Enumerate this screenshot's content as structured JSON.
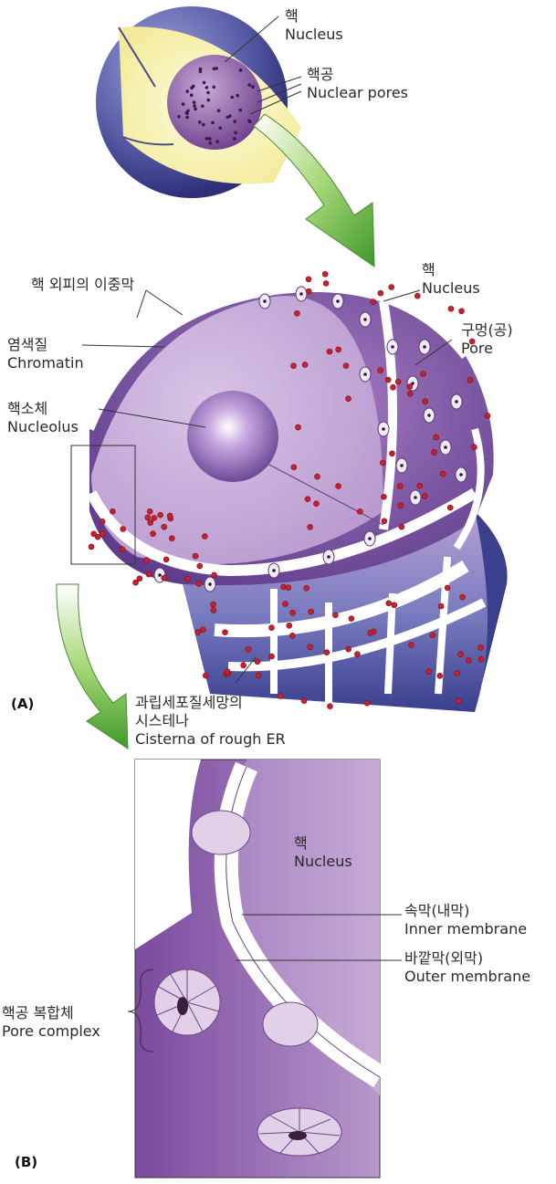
{
  "panel_a": {
    "label": "(A)",
    "top_nucleus": {
      "ko": "핵",
      "en": "Nucleus"
    },
    "top_pores": {
      "ko": "핵공",
      "en": "Nuclear pores"
    },
    "double_membrane": {
      "ko": "핵 외피의 이중막"
    },
    "chromatin": {
      "ko": "염색질",
      "en": "Chromatin"
    },
    "nucleolus": {
      "ko": "핵소체",
      "en": "Nucleolus"
    },
    "nucleus": {
      "ko": "핵",
      "en": "Nucleus"
    },
    "pore": {
      "ko": "구멍(공)",
      "en": "Pore"
    },
    "cisterna": {
      "ko1": "과립세포질세망의",
      "ko2": "시스테나",
      "en": "Cisterna of rough ER"
    }
  },
  "panel_b": {
    "label": "(B)",
    "nucleus": {
      "ko": "핵",
      "en": "Nucleus"
    },
    "inner": {
      "ko": "속막(내막)",
      "en": "Inner membrane"
    },
    "outer": {
      "ko": "바깥막(외막)",
      "en": "Outer membrane"
    },
    "pore_complex": {
      "ko": "핵공 복합체",
      "en": "Pore complex"
    }
  },
  "colors": {
    "membrane_purple": "#7e5aa8",
    "er_blue": "#4f5f9e",
    "arrow_green": "#5fae3c",
    "ribosome_red": "#c8202c",
    "lumen_white": "#ffffff"
  }
}
